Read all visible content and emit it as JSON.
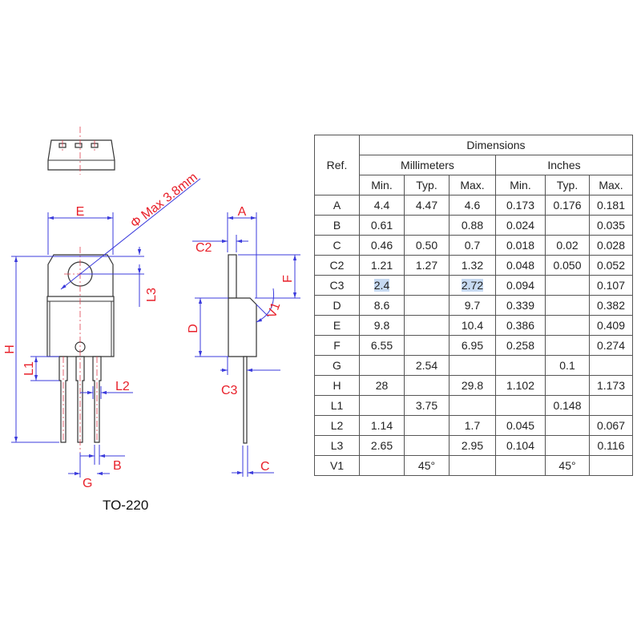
{
  "drawing": {
    "labels": {
      "E": "E",
      "H": "H",
      "L1": "L1",
      "L2": "L2",
      "L3": "L3",
      "B": "B",
      "G": "G",
      "A": "A",
      "C2": "C2",
      "F": "F",
      "D": "D",
      "C3": "C3",
      "C": "C",
      "V1": "V1",
      "hole": "Φ Max 3.8mm"
    },
    "package_name": "TO-220",
    "colors": {
      "dimension": "#3b3bdc",
      "label": "#e8202a",
      "highlight": "#c6d9f1"
    }
  },
  "table": {
    "ref_header": "Ref.",
    "group_header": "Dimensions",
    "unit_headers": [
      "Millimeters",
      "Inches"
    ],
    "sub_headers": [
      "Min.",
      "Typ.",
      "Max.",
      "Min.",
      "Typ.",
      "Max."
    ],
    "rows": [
      {
        "ref": "A",
        "values": [
          "4.4",
          "4.47",
          "4.6",
          "0.173",
          "0.176",
          "0.181"
        ]
      },
      {
        "ref": "B",
        "values": [
          "0.61",
          "",
          "0.88",
          "0.024",
          "",
          "0.035"
        ]
      },
      {
        "ref": "C",
        "values": [
          "0.46",
          "0.50",
          "0.7",
          "0.018",
          "0.02",
          "0.028"
        ]
      },
      {
        "ref": "C2",
        "values": [
          "1.21",
          "1.27",
          "1.32",
          "0.048",
          "0.050",
          "0.052"
        ]
      },
      {
        "ref": "C3",
        "values": [
          "2.4",
          "",
          "2.72",
          "0.094",
          "",
          "0.107"
        ]
      },
      {
        "ref": "D",
        "values": [
          "8.6",
          "",
          "9.7",
          "0.339",
          "",
          "0.382"
        ]
      },
      {
        "ref": "E",
        "values": [
          "9.8",
          "",
          "10.4",
          "0.386",
          "",
          "0.409"
        ]
      },
      {
        "ref": "F",
        "values": [
          "6.55",
          "",
          "6.95",
          "0.258",
          "",
          "0.274"
        ]
      },
      {
        "ref": "G",
        "values": [
          "",
          "2.54",
          "",
          "",
          "0.1",
          ""
        ]
      },
      {
        "ref": "H",
        "values": [
          "28",
          "",
          "29.8",
          "1.102",
          "",
          "1.173"
        ]
      },
      {
        "ref": "L1",
        "values": [
          "",
          "3.75",
          "",
          "",
          "0.148",
          ""
        ]
      },
      {
        "ref": "L2",
        "values": [
          "1.14",
          "",
          "1.7",
          "0.045",
          "",
          "0.067"
        ]
      },
      {
        "ref": "L3",
        "values": [
          "2.65",
          "",
          "2.95",
          "0.104",
          "",
          "0.116"
        ]
      },
      {
        "ref": "V1",
        "values": [
          "",
          "45°",
          "",
          "",
          "45°",
          ""
        ]
      }
    ]
  }
}
